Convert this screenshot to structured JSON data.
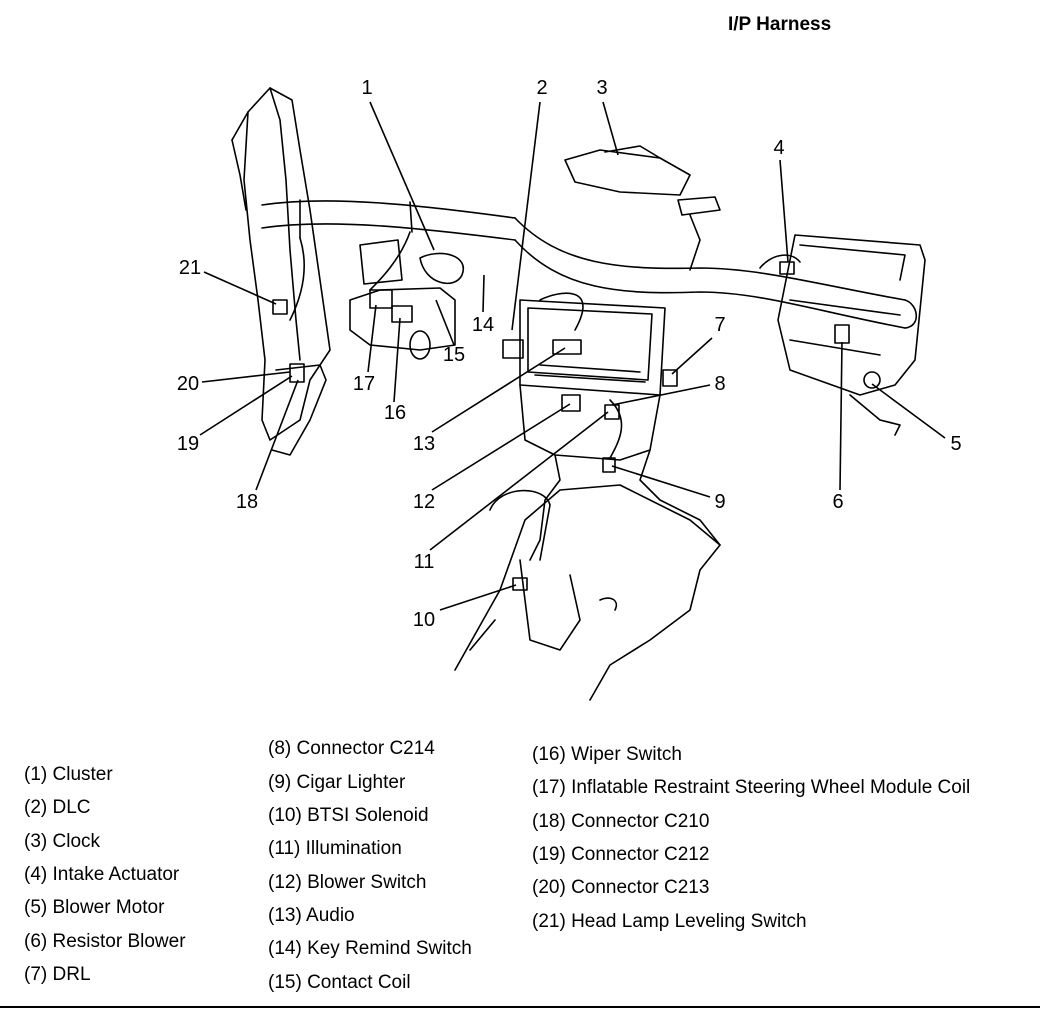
{
  "title": "I/P Harness",
  "callouts": [
    "1",
    "2",
    "3",
    "4",
    "5",
    "6",
    "7",
    "8",
    "9",
    "10",
    "11",
    "12",
    "13",
    "14",
    "15",
    "16",
    "17",
    "18",
    "19",
    "20",
    "21"
  ],
  "legend": {
    "col1": [
      "(1) Cluster",
      "(2) DLC",
      "(3) Clock",
      "(4) Intake Actuator",
      "(5) Blower Motor",
      "(6) Resistor Blower",
      "(7) DRL"
    ],
    "col2": [
      "(8) Connector C214",
      "(9) Cigar Lighter",
      "(10) BTSI Solenoid",
      "(11) Illumination",
      "(12) Blower Switch",
      "(13) Audio",
      "(14) Key Remind Switch",
      "(15) Contact Coil"
    ],
    "col3": [
      "(16) Wiper Switch",
      "(17) Inflatable Restraint Steering Wheel Module Coil",
      "(18) Connector C210",
      "(19) Connector C212",
      "(20) Connector C213",
      "(21) Head Lamp Leveling Switch"
    ]
  },
  "colors": {
    "line": "#000000",
    "background": "#ffffff"
  }
}
